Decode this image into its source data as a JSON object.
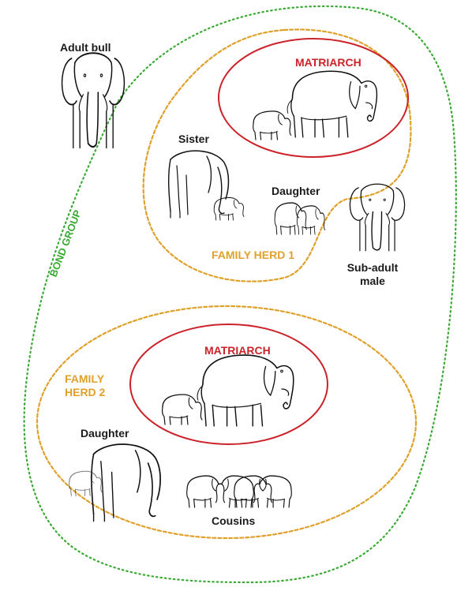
{
  "colors": {
    "bond_group": "#3aaa35",
    "family_herd": "#e0a12b",
    "matriarch": "#cc2229",
    "text": "#1a1a1a"
  },
  "labels": {
    "adult_bull": "Adult bull",
    "bond_group": "BOND GROUP",
    "herd1": {
      "matriarch": "MATRIARCH",
      "sister": "Sister",
      "daughter": "Daughter",
      "name": "FAMILY HERD 1",
      "sub_adult_male_line1": "Sub-adult",
      "sub_adult_male_line2": "male"
    },
    "herd2": {
      "matriarch": "MATRIARCH",
      "name_line1": "FAMILY",
      "name_line2": "HERD 2",
      "daughter": "Daughter",
      "cousins": "Cousins"
    }
  },
  "icons": [
    "adult-bull-elephant",
    "matriarch-elephant-with-calf",
    "sister-elephant-with-calf",
    "daughter-elephant-pair",
    "sub-adult-male-elephant",
    "daughter-elephant-with-calf",
    "cousin-elephants"
  ]
}
